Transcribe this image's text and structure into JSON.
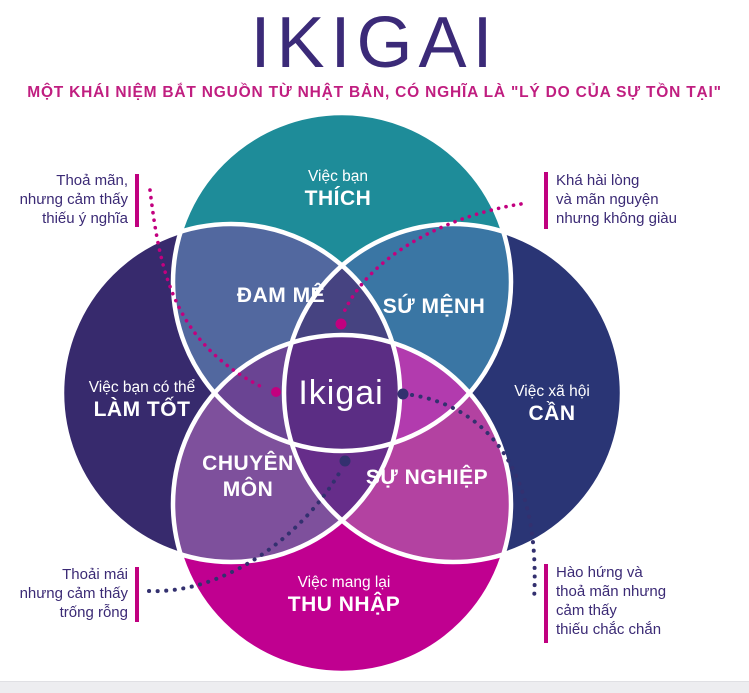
{
  "header": {
    "title": "IKIGAI",
    "subtitle": "MỘT KHÁI NIỆM BẮT NGUỒN TỪ NHẬT BẢN, CÓ NGHĨA LÀ \"LÝ DO CỦA SỰ TỒN TẠI\""
  },
  "venn": {
    "circles": {
      "love": {
        "line1": "Việc bạn",
        "line2": "THÍCH"
      },
      "good_at": {
        "line1": "Việc bạn có thể",
        "line2": "LÀM TỐT"
      },
      "world_needs": {
        "line1": "Việc xã hội",
        "line2": "CẦN"
      },
      "paid_for": {
        "line1": "Việc mang lại",
        "line2": "THU NHẬP"
      }
    },
    "overlaps": {
      "passion": "ĐAM MÊ",
      "mission": "SỨ MỆNH",
      "profession": "CHUYÊN\nMÔN",
      "vocation": "SỰ NGHIỆP",
      "center": "Ikigai"
    },
    "annotations": {
      "top_left": "Thoả mãn,\nnhưng cảm thấy\nthiếu ý nghĩa",
      "top_right": "Khá hài lòng\nvà mãn nguyện\nnhưng không giàu",
      "bottom_left": "Thoải mái\nnhưng cảm thấy\ntrống rỗng",
      "bottom_right": "Hào hứng và\nthoả mãn nhưng\ncảm thấy\nthiếu chắc chắn"
    }
  },
  "colors": {
    "title": "#3b2a78",
    "subtitle": "#c01e80",
    "circle_love": "#1e8c99",
    "circle_good_at": "#372a6d",
    "circle_world_needs": "#2a3575",
    "circle_paid_for": "#c00090",
    "overlap_passion": "#52689f",
    "overlap_mission": "#3a76a4",
    "overlap_profession": "#7e509c",
    "overlap_vocation": "#b342a1",
    "center_ikigai": "#5b2d84",
    "connector_magenta": "#c2007f",
    "connector_navy": "#33306f"
  }
}
